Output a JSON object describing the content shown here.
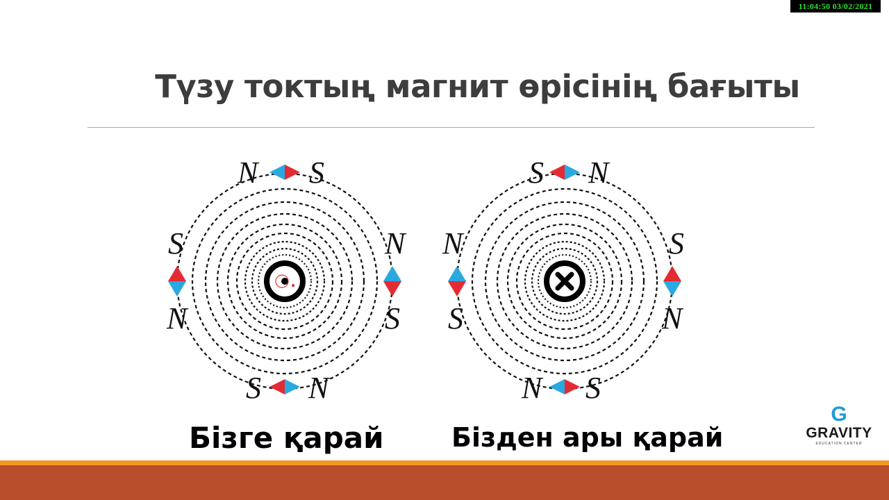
{
  "timestamp": "11:04:50  03/02/2021",
  "slide": {
    "title": "Түзу токтың магнит өрісінің бағыты",
    "caption_left": "Бізге қарай",
    "caption_right": "Бізден ары қарай"
  },
  "diagram_left": {
    "top": {
      "left": "N",
      "right": "S"
    },
    "left": {
      "upper": "S",
      "lower": "N"
    },
    "right": {
      "upper": "N",
      "lower": "S"
    },
    "bottom": {
      "left": "S",
      "right": "N"
    }
  },
  "diagram_right": {
    "top": {
      "left": "S",
      "right": "N"
    },
    "left": {
      "upper": "N",
      "lower": "S"
    },
    "right": {
      "upper": "S",
      "lower": "N"
    },
    "bottom": {
      "left": "N",
      "right": "S"
    }
  },
  "logo": {
    "mark": "G",
    "name": "GRAVITY",
    "subtitle": "EDUCATION CENTER"
  },
  "colors": {
    "needle_red": "#e32b33",
    "needle_blue": "#2aa8e0",
    "band": "#b84e2b",
    "band_accent": "#f39a25",
    "logo_blue": "#1f9bd7"
  }
}
